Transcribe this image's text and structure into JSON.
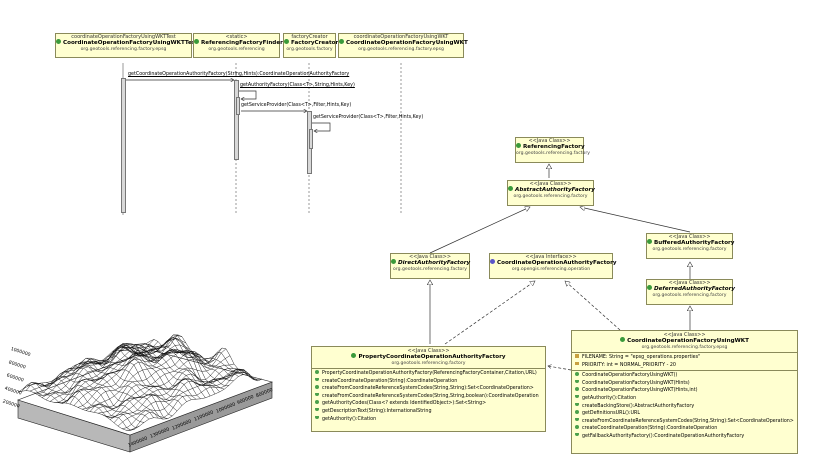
{
  "sequence": {
    "lifelines": [
      {
        "stereotype": "coordinateOperationFactoryUsingWKTTest",
        "name": "CoordinateOperationFactoryUsingWKTTest",
        "package": "org.geotools.referencing.factory.epsg"
      },
      {
        "stereotype": "<static>",
        "name": "ReferencingFactoryFinder",
        "package": "org.geotools.referencing"
      },
      {
        "stereotype": "factoryCreator",
        "name": "FactoryCreator",
        "package": "org.geotools.factory"
      },
      {
        "stereotype": "coordinateOperationFactoryUsingWKT",
        "name": "CoordinateOperationFactoryUsingWKT",
        "package": "org.geotools.referencing.factory.epsg"
      }
    ],
    "messages": [
      "getCoordinateOperationAuthorityFactory(String,Hints):CoordinateOperationAuthorityFactory",
      "getAuthorityFactory(Class<T>,String,Hints,Key)",
      "getServiceProvider(Class<T>,Filter,Hints,Key)",
      "getServiceProvider(Class<T>,Filter,Hints,Key)"
    ]
  },
  "class_diagram": {
    "referencing_factory": {
      "stereotype": "<<Java Class>>",
      "name": "ReferencingFactory",
      "package": "org.geotools.referencing.factory"
    },
    "abstract_authority_factory": {
      "stereotype": "<<Java Class>>",
      "name": "AbstractAuthorityFactory",
      "package": "org.geotools.referencing.factory"
    },
    "direct_authority_factory": {
      "stereotype": "<<Java Class>>",
      "name": "DirectAuthorityFactory",
      "package": "org.geotools.referencing.factory"
    },
    "coordinate_operation_authority_factory": {
      "stereotype": "<<Java Interface>>",
      "name": "CoordinateOperationAuthorityFactory",
      "package": "org.opengis.referencing.operation"
    },
    "buffered_authority_factory": {
      "stereotype": "<<Java Class>>",
      "name": "BufferedAuthorityFactory",
      "package": "org.geotools.referencing.factory"
    },
    "deferred_authority_factory": {
      "stereotype": "<<Java Class>>",
      "name": "DeferredAuthorityFactory",
      "package": "org.geotools.referencing.factory"
    },
    "property_factory": {
      "stereotype": "<<Java Class>>",
      "name": "PropertyCoordinateOperationAuthorityFactory",
      "package": "org.geotools.referencing.factory",
      "methods": [
        "PropertyCoordinateOperationAuthorityFactory(ReferencingFactoryContainer,Citation,URL)",
        "createCoordinateOperation(String):CoordinateOperation",
        "createFromCoordinateReferenceSystemCodes(String,String):Set<CoordinateOperation>",
        "createFromCoordinateReferenceSystemCodes(String,String,boolean):CoordinateOperation",
        "getAuthorityCodes(Class<? extends IdentifiedObject>):Set<String>",
        "getDescriptionText(String):InternationalString",
        "getAuthority():Citation"
      ]
    },
    "wkt_factory": {
      "stereotype": "<<Java Class>>",
      "name": "CoordinateOperationFactoryUsingWKT",
      "package": "org.geotools.referencing.factory.epsg",
      "fields": [
        "FILENAME: String = \"epsg_operations.properties\"",
        "PRIORITY: int = NORMAL_PRIORITY - 20"
      ],
      "methods": [
        "CoordinateOperationFactoryUsingWKT()",
        "CoordinateOperationFactoryUsingWKT(Hints)",
        "CoordinateOperationFactoryUsingWKT(Hints,int)",
        "getAuthority():Citation",
        "createBackingStore():AbstractAuthorityFactory",
        "getDefinitionsURL():URL",
        "createFromCoordinateReferenceSystemCodes(String,String):Set<CoordinateOperation>",
        "createCoordinateOperation(String):CoordinateOperation",
        "getFallbackAuthorityFactory():CoordinateOperationAuthorityFactory"
      ]
    }
  },
  "surface_plot": {
    "x_ticks": [
      "1400000",
      "1300000",
      "1200000",
      "1100000",
      "1000000",
      "900000",
      "800000"
    ],
    "y_ticks": [
      "1000000",
      "800000",
      "600000",
      "400000",
      "200000"
    ]
  }
}
